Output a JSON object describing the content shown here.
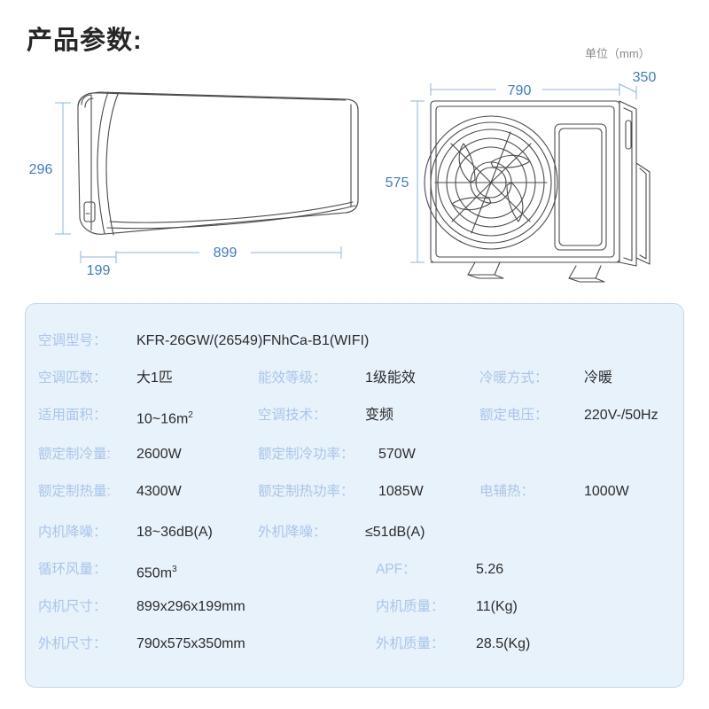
{
  "page": {
    "title": "产品参数:",
    "unit_note": "单位（mm）"
  },
  "diagrams": {
    "indoor_unit": {
      "name": "indoor-unit-drawing",
      "dimensions": {
        "height": "296",
        "width": "899",
        "depth": "199"
      }
    },
    "outdoor_unit": {
      "name": "outdoor-unit-drawing",
      "dimensions": {
        "width": "790",
        "height": "575",
        "depth": "350"
      }
    }
  },
  "colors": {
    "panel_bg": "#e8f2fb",
    "panel_border": "#c3d8ea",
    "label": "#a9c5ea",
    "value": "#2b2b2b",
    "dimension": "#3d7cc9",
    "title": "#262626",
    "unit_note": "#8a8a8a"
  },
  "spec_rows": [
    {
      "c1_label": "空调型号：",
      "c1_value": "KFR-26GW/(26549)FNhCa-B1(WIFI)",
      "c2_label": "",
      "c2_value": "",
      "c3_label": "",
      "c3_value": ""
    },
    {
      "c1_label": "空调匹数：",
      "c1_value": "大1匹",
      "c2_label": "能效等级：",
      "c2_value": "1级能效",
      "c3_label": "冷暖方式：",
      "c3_value": "冷暖"
    },
    {
      "c1_label": "适用面积：",
      "c1_value": "10~16m²",
      "c2_label": "空调技术：",
      "c2_value": "变频",
      "c3_label": "额定电压：",
      "c3_value": "220V-/50Hz"
    },
    {
      "c1_label": "额定制冷量:",
      "c1_value": "2600W",
      "c2_label": "额定制冷功率：",
      "c2_value": "570W",
      "c3_label": "",
      "c3_value": ""
    },
    {
      "c1_label": "额定制热量:",
      "c1_value": "4300W",
      "c2_label": "额定制热功率：",
      "c2_value": "1085W",
      "c3_label": "电辅热：",
      "c3_value": "1000W"
    },
    {
      "c1_label": "内机降噪：",
      "c1_value": "18~36dB(A)",
      "c2_label": "外机降噪：",
      "c2_value": "≤51dB(A)",
      "c3_label": "",
      "c3_value": ""
    },
    {
      "c1_label": "循环风量：",
      "c1_value": "650m³",
      "c2_label": "APF：",
      "c2_value": "5.26",
      "c3_label": "",
      "c3_value": ""
    },
    {
      "c1_label": "内机尺寸：",
      "c1_value": "899x296x199mm",
      "c2_label": "内机质量：",
      "c2_value": "11(Kg)",
      "c3_label": "",
      "c3_value": ""
    },
    {
      "c1_label": "外机尺寸：",
      "c1_value": "790x575x350mm",
      "c2_label": "外机质量：",
      "c2_value": "28.5(Kg)",
      "c3_label": "",
      "c3_value": ""
    }
  ]
}
